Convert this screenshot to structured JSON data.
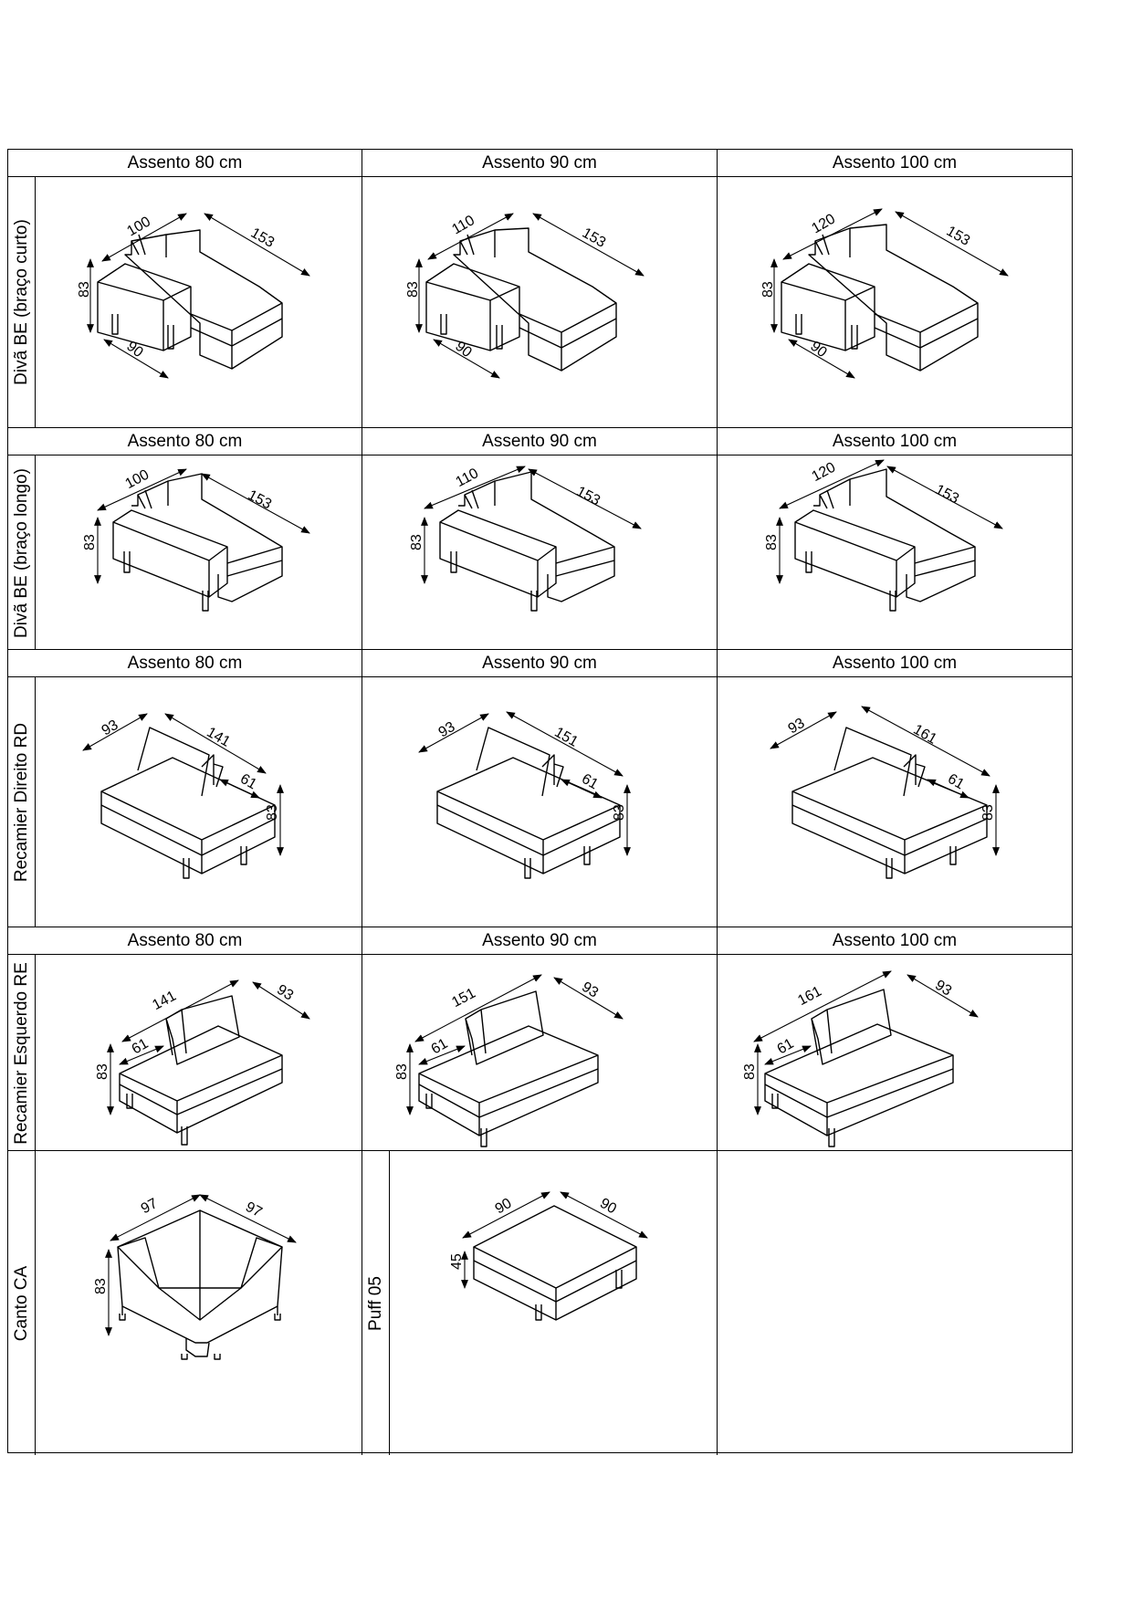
{
  "rows": [
    {
      "label": "Divã BE (braço curto)",
      "columns": [
        {
          "header": "Assento 80 cm",
          "dims": {
            "depth": "100",
            "length": "153",
            "height": "83",
            "arm": "90"
          }
        },
        {
          "header": "Assento 90 cm",
          "dims": {
            "depth": "110",
            "length": "153",
            "height": "83",
            "arm": "90"
          }
        },
        {
          "header": "Assento 100 cm",
          "dims": {
            "depth": "120",
            "length": "153",
            "height": "83",
            "arm": "90"
          }
        }
      ]
    },
    {
      "label": "Divã BE (braço longo)",
      "columns": [
        {
          "header": "Assento 80 cm",
          "dims": {
            "depth": "100",
            "length": "153",
            "height": "83"
          }
        },
        {
          "header": "Assento 90 cm",
          "dims": {
            "depth": "110",
            "length": "153",
            "height": "83"
          }
        },
        {
          "header": "Assento 100 cm",
          "dims": {
            "depth": "120",
            "length": "153",
            "height": "83"
          }
        }
      ]
    },
    {
      "label": "Recamier Direito RD",
      "columns": [
        {
          "header": "Assento 80 cm",
          "dims": {
            "depth": "93",
            "length": "141",
            "back": "61",
            "height": "83"
          }
        },
        {
          "header": "Assento 90 cm",
          "dims": {
            "depth": "93",
            "length": "151",
            "back": "61",
            "height": "83"
          }
        },
        {
          "header": "Assento 100 cm",
          "dims": {
            "depth": "93",
            "length": "161",
            "back": "61",
            "height": "83"
          }
        }
      ]
    },
    {
      "label": "Recamier Esquerdo RE",
      "columns": [
        {
          "header": "Assento 80 cm",
          "dims": {
            "length": "141",
            "depth": "93",
            "back": "61",
            "height": "83"
          }
        },
        {
          "header": "Assento 90 cm",
          "dims": {
            "length": "151",
            "depth": "93",
            "back": "61",
            "height": "83"
          }
        },
        {
          "header": "Assento 100 cm",
          "dims": {
            "length": "161",
            "depth": "93",
            "back": "61",
            "height": "83"
          }
        }
      ]
    }
  ],
  "canto": {
    "label": "Canto CA",
    "dims": {
      "left": "97",
      "right": "97",
      "height": "83"
    }
  },
  "puff": {
    "label": "Puff 05",
    "dims": {
      "left": "90",
      "right": "90",
      "height": "45"
    }
  }
}
